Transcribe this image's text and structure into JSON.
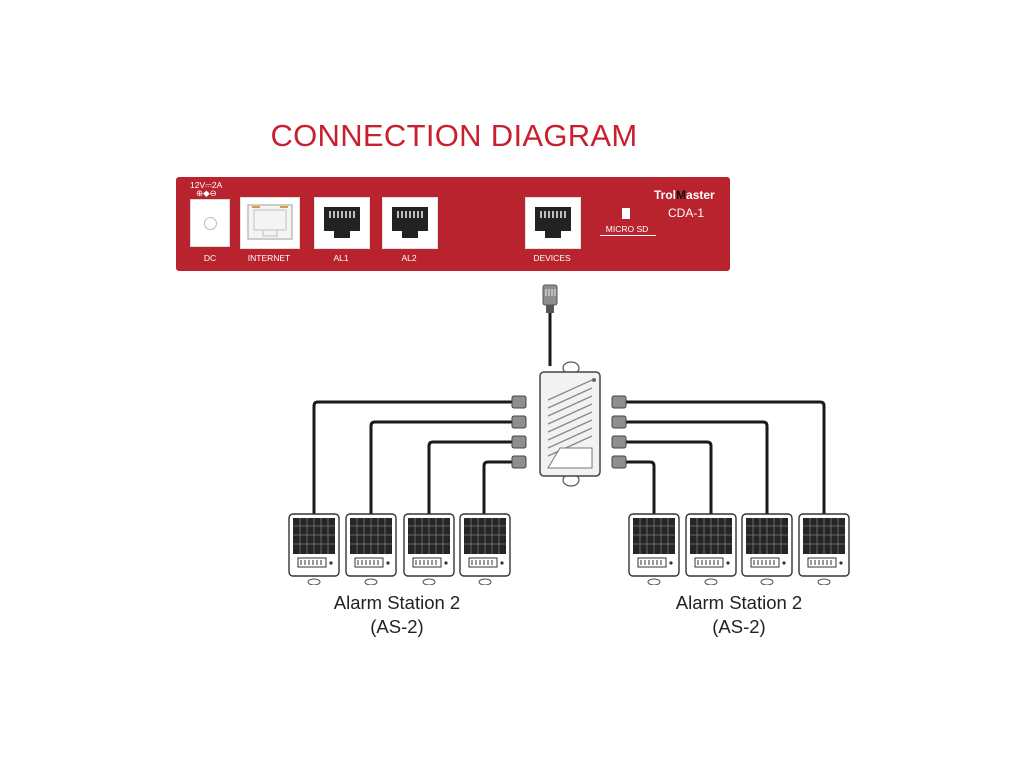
{
  "title": "CONNECTION DIAGRAM",
  "device": {
    "brand_prefix": "Trol",
    "brand_m": "M",
    "brand_suffix": "aster",
    "model": "CDA-1",
    "power_rating": "12V⎓2A",
    "power_symbol": "⊕◆⊖",
    "ports": {
      "dc": "DC",
      "internet": "INTERNET",
      "al1": "AL1",
      "al2": "AL2",
      "devices": "DEVICES",
      "micro_sd": "MICRO SD"
    }
  },
  "colors": {
    "panel": "#b8232e",
    "title": "#c8202f",
    "cable": "#1a1a1a"
  },
  "stations": {
    "count_left": 4,
    "count_right": 4,
    "left_label": "Alarm Station 2",
    "left_sub": "(AS-2)",
    "right_label": "Alarm Station 2",
    "right_sub": "(AS-2)"
  }
}
